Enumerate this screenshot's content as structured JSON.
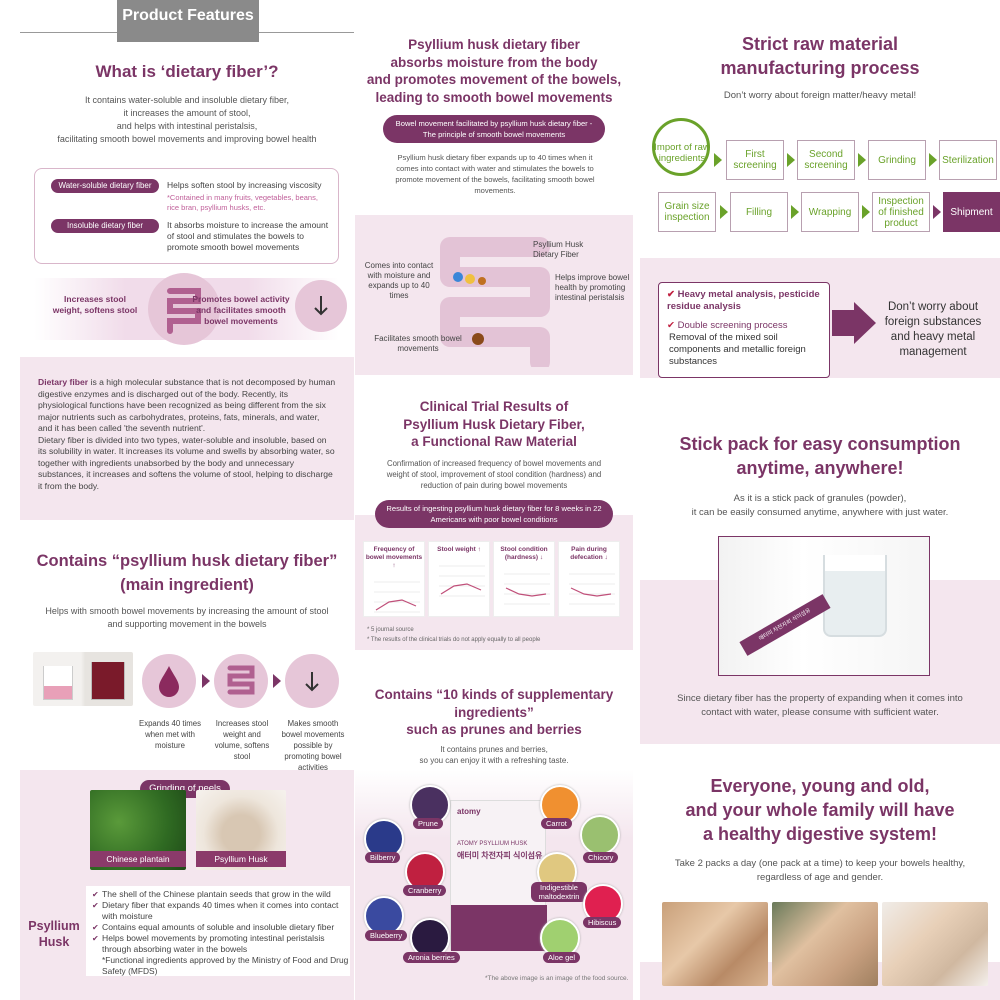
{
  "col1": {
    "header_tab": "Product Features",
    "s1_title": "What is ‘dietary fiber’?",
    "s1_desc": [
      "It contains water-soluble and insoluble dietary fiber,",
      "it increases the amount of stool,",
      "and helps with intestinal peristalsis,",
      "facilitating smooth bowel movements and improving bowel health"
    ],
    "soluble_label": "Water-soluble dietary fiber",
    "soluble_text": "Helps soften stool by increasing viscosity",
    "soluble_note": "*Contained in many fruits, vegetables, beans, rice bran, psyllium husks, etc.",
    "insoluble_label": "Insoluble dietary fiber",
    "insoluble_text": "It absorbs moisture to increase the amount of stool and stimulates the bowels to promote smooth bowel movements",
    "gut_left": "Increases stool weight, softens stool",
    "gut_right": "Promotes bowel activity and facilitates smooth bowel movements",
    "def_bold": "Dietary fiber",
    "def_p1": " is a high molecular substance that is not decomposed by human digestive enzymes and is discharged out of the body. Recently, its physiological functions have been recognized as being different from the six major nutrients such as carbohydrates, proteins, fats, minerals, and water, and it has been called 'the seventh nutrient'.",
    "def_p2": "Dietary fiber is divided into two types, water-soluble and insoluble, based on its solubility in water. It increases its volume and swells by absorbing water, so together with ingredients unabsorbed by the body and unnecessary substances, it increases and softens the volume of stool, helping to discharge it from the body.",
    "s2_title_1": "Contains “psyllium husk dietary fiber”",
    "s2_title_2": "(main ingredient)",
    "s2_desc": "Helps with smooth bowel movements by increasing the amount of stool and supporting movement in the bowels",
    "step1": "Expands 40 times when met with moisture",
    "step2": "Increases stool weight and volume, softens stool",
    "step3": "Makes smooth bowel movements possible by promoting bowel activities",
    "grinding": "Grinding of peels",
    "plantain": "Chinese plantain",
    "husk_label": "Psyllium Husk",
    "side_title": "Psyllium Husk",
    "bullets": [
      "The shell of the Chinese plantain seeds that grow in the wild",
      "Dietary fiber that expands 40 times when it comes into contact with moisture",
      "Contains equal amounts of soluble and insoluble dietary fiber",
      "Helps bowel movements by promoting intestinal peristalsis through absorbing water in the bowels"
    ],
    "bullet_note": "*Functional ingredients approved by the Ministry of Food and Drug Safety (MFDS)"
  },
  "col2": {
    "title": [
      "Psyllium husk dietary fiber",
      "absorbs moisture from the body",
      "and promotes movement of the bowels,",
      "leading to smooth bowel movements"
    ],
    "principle": "Bowel movement facilitated by psyllium husk dietary fiber - The principle of smooth bowel movements",
    "principle_desc": "Psyllium husk dietary fiber expands up to 40 times when it comes into contact with water and stimulates the bowels to promote movement of the bowels, facilitating smooth bowel movements.",
    "diag_fiber": "Psyllium Husk Dietary Fiber",
    "diag_contact": "Comes into contact with moisture and expands up to 40 times",
    "diag_health": "Helps improve bowel health by promoting intestinal peristalsis",
    "diag_move": "Facilitates smooth bowel movements",
    "trial_title": [
      "Clinical Trial Results of",
      "Psyllium Husk Dietary Fiber,",
      "a Functional Raw Material"
    ],
    "trial_desc": "Confirmation of increased frequency of bowel movements and weight of stool, improvement of stool condition (hardness) and reduction of pain during bowel movements",
    "trial_pill": "Results of ingesting psyllium husk dietary fiber for 8 weeks in 22 Americans with poor bowel conditions",
    "charts": [
      "Frequency of bowel movements ↑",
      "Stool weight ↑",
      "Stool condition (hardness) ↓",
      "Pain during defecation ↓"
    ],
    "note1": "* 5 journal source",
    "note2": "* The results of the clinical trials do not apply equally to all people",
    "supp_title": [
      "Contains “10 kinds of supplementary",
      "ingredients”",
      "such as prunes and berries"
    ],
    "supp_desc": [
      "It contains prunes and berries,",
      "so you can enjoy it with a refreshing taste."
    ],
    "ingredients": [
      "Prune",
      "Carrot",
      "Bilberry",
      "Chicory",
      "Cranberry",
      "Indigestible maltodextrin",
      "Blueberry",
      "Hibiscus",
      "Aronia berries",
      "Aloe gel"
    ],
    "box_brand": "atomy",
    "box_line1": "ATOMY PSYLLIUM HUSK",
    "box_line2": "애터미 차전자피 식이섬유",
    "img_note": "*The above image is an image of the food source."
  },
  "col3": {
    "title": [
      "Strict raw material",
      "manufacturing process"
    ],
    "subtitle": "Don’t worry about foreign matter/heavy metal!",
    "process_row1": [
      "Import of raw ingredients",
      "First screening",
      "Second screening",
      "Grinding",
      "Sterilization"
    ],
    "process_row2": [
      "Grain size inspection",
      "Filling",
      "Wrapping",
      "Inspection of finished product",
      "Shipment"
    ],
    "check1": "Heavy metal analysis, pesticide residue analysis",
    "check2": "Double screening process",
    "check2_desc": "Removal of the mixed soil components and metallic foreign substances",
    "dont_worry": "Don’t worry about foreign substances and heavy metal management",
    "stick_title": [
      "Stick pack for easy consumption",
      "anytime, anywhere!"
    ],
    "stick_desc": [
      "As it is a stick pack of granules (powder),",
      "it can be easily consumed anytime, anywhere with just water."
    ],
    "stick_label": "애터미 차전자피 식이섬유",
    "water_note": "Since dietary fiber has the property of expanding when it comes into contact with water, please consume with sufficient water.",
    "family_title": [
      "Everyone, young and old,",
      "and your whole family will have",
      "a healthy digestive system!"
    ],
    "family_desc": [
      "Take 2 packs a day (one pack at a time) to keep your bowels healthy,",
      "regardless of age and gender."
    ]
  },
  "colors": {
    "accent": "#7b3566",
    "pink": "#f4e6ee",
    "green": "#6aa22a"
  }
}
